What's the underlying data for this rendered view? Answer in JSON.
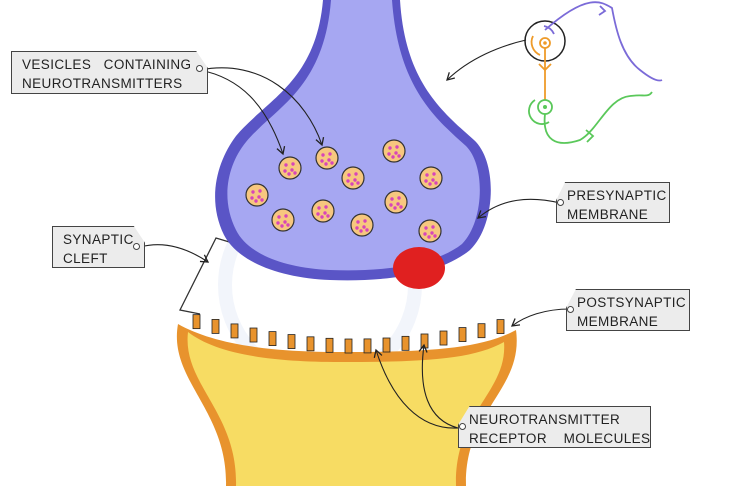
{
  "labels": {
    "vesicles": [
      "VESICLES   CONTAINING",
      "NEUROTRANSMITTERS"
    ],
    "presynaptic": [
      "PRESYNAPTIC",
      "MEMBRANE"
    ],
    "cleft": [
      "SYNAPTIC",
      "CLEFT"
    ],
    "postsynaptic": [
      "POSTSYNAPTIC",
      "MEMBRANE"
    ],
    "receptor": [
      "NEUROTRANSMITTER",
      "RECEPTOR    MOLECULES"
    ]
  },
  "colors": {
    "presynaptic_fill": "#a6a7f2",
    "presynaptic_outline": "#5a55c6",
    "postsynaptic_fill": "#f7dc63",
    "postsynaptic_outline": "#e8932d",
    "vesicle_fill": "#f7c77f",
    "vesicle_dot": "#d845b8",
    "released_blob": "#e02020",
    "inset_purple": "#7b6bd8",
    "inset_orange": "#ee9b2a",
    "inset_green": "#5ac85a",
    "tag_fill": "#ececec"
  },
  "icons": {
    "inset": "neuron-connection-icon"
  }
}
